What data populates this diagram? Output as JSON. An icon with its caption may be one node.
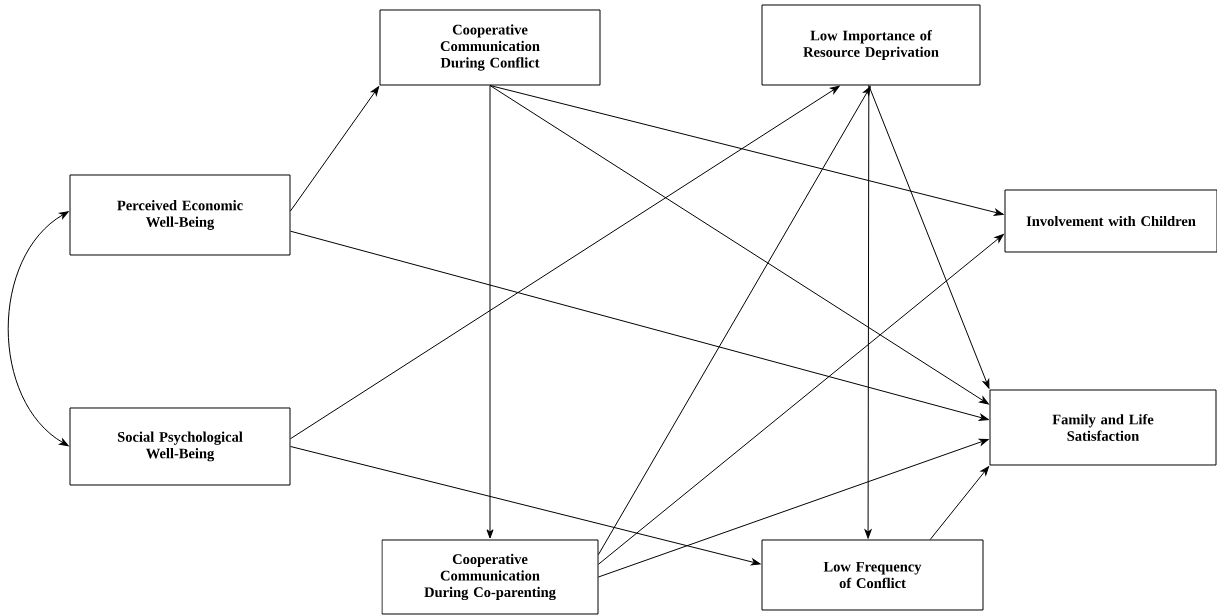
{
  "diagram": {
    "nodes": [
      {
        "text": [
          "Perceived Economic Well-Being"
        ]
      },
      {
        "text": [
          "Social Psychological Well-Being"
        ]
      },
      {
        "text": [
          "Cooperative Communication During Conflict"
        ]
      },
      {
        "text": [
          "Low Importance of Resource Deprivation"
        ]
      },
      {
        "text": [
          "Involvement with Children"
        ]
      },
      {
        "text": [
          "Family and Life Satisfaction"
        ]
      },
      {
        "text": [
          "Cooperative Communication During Co-parenting"
        ]
      },
      {
        "text": [
          "Low Frequency of Conflict"
        ]
      }
    ],
    "edges": [
      {
        "from": 0,
        "to": 1,
        "arrow": "both"
      },
      {
        "from": 0,
        "to": 2,
        "arrow": "to"
      },
      {
        "from": 0,
        "to": 5,
        "arrow": "to"
      },
      {
        "from": 1,
        "to": 3,
        "arrow": "to"
      },
      {
        "from": 1,
        "to": 7,
        "arrow": "to"
      },
      {
        "from": 2,
        "to": 6,
        "arrow": "to"
      },
      {
        "from": 2,
        "to": 4,
        "arrow": "to"
      },
      {
        "from": 2,
        "to": 5,
        "arrow": "to"
      },
      {
        "from": 3,
        "to": 7,
        "arrow": "to"
      },
      {
        "from": 3,
        "to": 5,
        "arrow": "to"
      },
      {
        "from": 6,
        "to": 3,
        "arrow": "to"
      },
      {
        "from": 6,
        "to": 4,
        "arrow": "to"
      },
      {
        "from": 6,
        "to": 5,
        "arrow": "to"
      },
      {
        "from": 7,
        "to": 5,
        "arrow": "to"
      }
    ]
  }
}
